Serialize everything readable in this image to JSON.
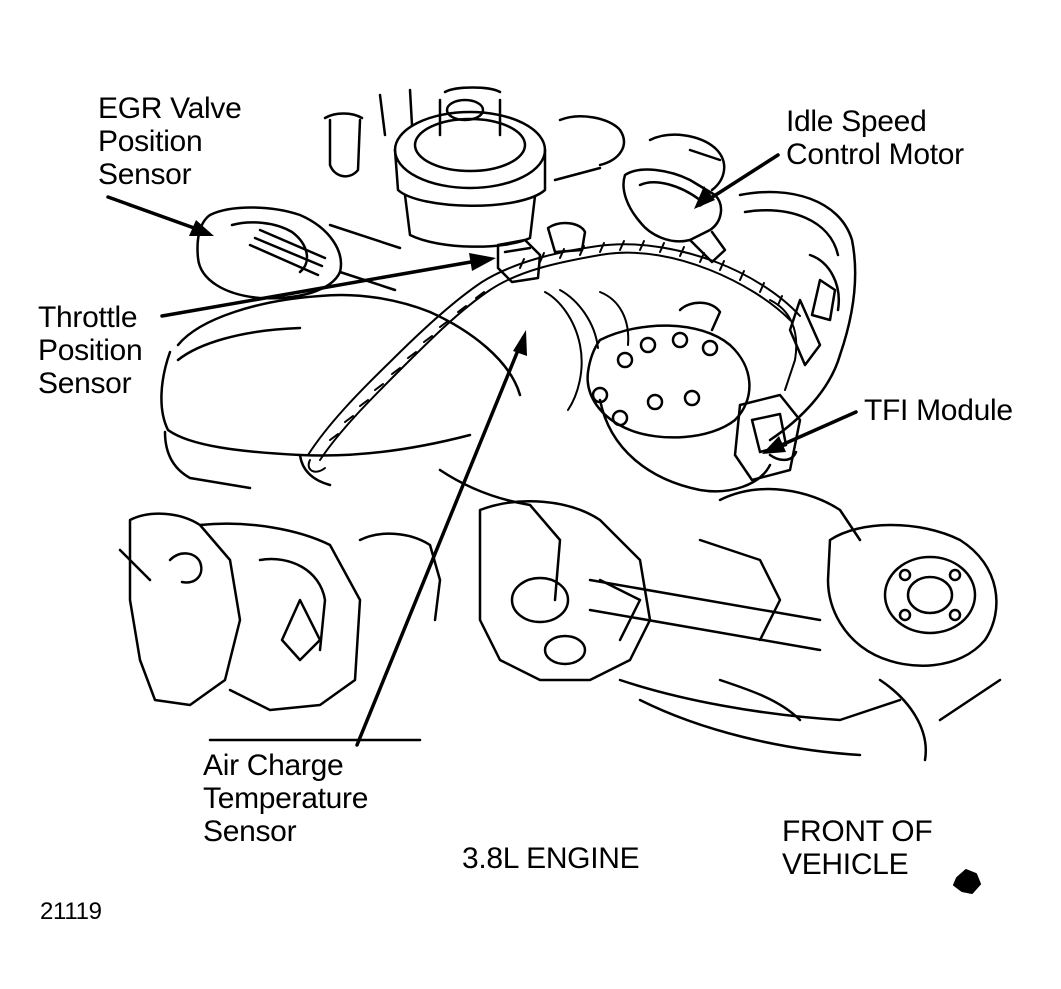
{
  "labels": {
    "egr_valve_position_sensor": [
      "EGR Valve",
      "Position",
      "Sensor"
    ],
    "idle_speed_control_motor": [
      "Idle Speed",
      "Control Motor"
    ],
    "throttle_position_sensor": [
      "Throttle",
      "Position",
      "Sensor"
    ],
    "tfi_module": "TFI Module",
    "air_charge_temperature_sensor": [
      "Air Charge",
      "Temperature",
      "Sensor"
    ],
    "engine": "3.8L ENGINE",
    "front_of_vehicle": [
      "FRONT OF",
      "VEHICLE"
    ],
    "figure_number": "21119"
  },
  "colors": {
    "ink": "#000000",
    "paper": "#ffffff"
  }
}
